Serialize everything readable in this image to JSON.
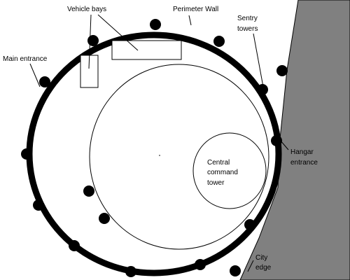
{
  "colors": {
    "background": "#ffffff",
    "ink": "#000000",
    "city_edge_fill": "#808080"
  },
  "labels": {
    "vehicle_bays": "Vehicle bays",
    "perimeter_wall": "Perimeter Wall",
    "sentry_towers_line1": "Sentry",
    "sentry_towers_line2": "towers",
    "main_entrance": "Main entrance",
    "hangar_entrance_line1": "Hangar",
    "hangar_entrance_line2": "entrance",
    "central_tower_line1": "Central",
    "central_tower_line2": "command",
    "central_tower_line3": "tower",
    "city_edge_line1": "City",
    "city_edge_line2": "edge"
  }
}
